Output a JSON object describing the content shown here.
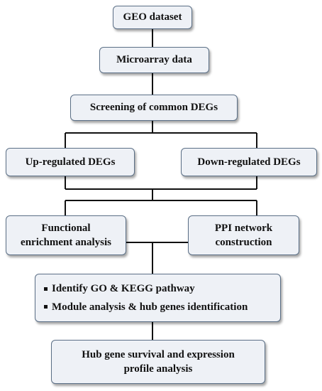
{
  "nodes": {
    "geo_dataset": "GEO dataset",
    "microarray_data": "Microarray data",
    "screening": "Screening of common DEGs",
    "up_regulated": "Up-regulated DEGs",
    "down_regulated": "Down-regulated DEGs",
    "functional": [
      "Functional",
      "enrichment analysis"
    ],
    "ppi": [
      "PPI network",
      "construction"
    ],
    "identify_items": [
      "Identify GO & KEGG pathway",
      "Module analysis & hub genes identification"
    ],
    "hub_gene": [
      "Hub gene survival and expression",
      "profile analysis"
    ]
  },
  "colors": {
    "box_fill": "#eef1f6",
    "box_border": "#5b6f86",
    "connector": "#111111"
  }
}
